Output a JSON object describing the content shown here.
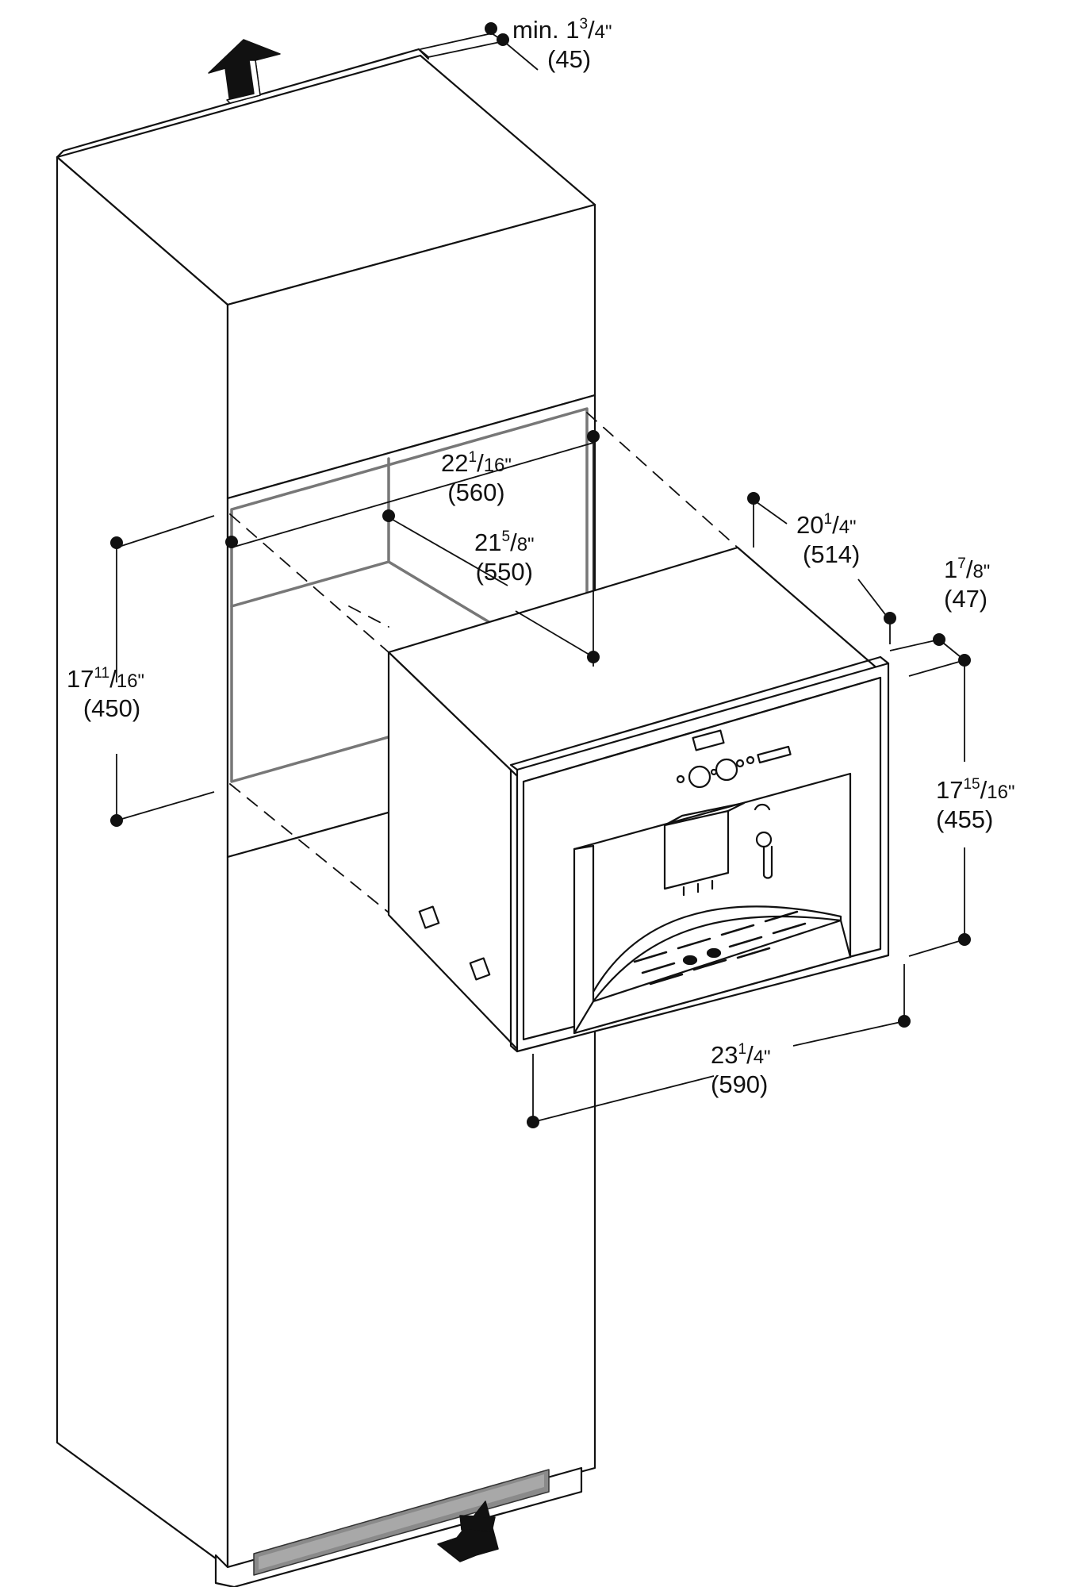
{
  "dimensions": {
    "top_clearance": {
      "prefix": "min.",
      "whole": "1",
      "num": "3",
      "den": "4\"",
      "metric": "(45)"
    },
    "niche_width": {
      "whole": "22",
      "num": "1",
      "den": "16\"",
      "metric": "(560)"
    },
    "niche_depth": {
      "whole": "21",
      "num": "5",
      "den": "8\"",
      "metric": "(550)"
    },
    "niche_height": {
      "whole": "17",
      "num": "11",
      "den": "16\"",
      "metric": "(450)"
    },
    "appliance_depth": {
      "whole": "20",
      "num": "1",
      "den": "4\"",
      "metric": "(514)"
    },
    "front_depth": {
      "whole": "1",
      "num": "7",
      "den": "8\"",
      "metric": "(47)"
    },
    "appliance_height": {
      "whole": "17",
      "num": "15",
      "den": "16\"",
      "metric": "(455)"
    },
    "appliance_width": {
      "whole": "23",
      "num": "1",
      "den": "4\"",
      "metric": "(590)"
    }
  },
  "colors": {
    "line": "#111111",
    "niche": "#777777",
    "panel": "#ffffff",
    "vent": "#8a8a8a",
    "arrow": "#111111"
  }
}
